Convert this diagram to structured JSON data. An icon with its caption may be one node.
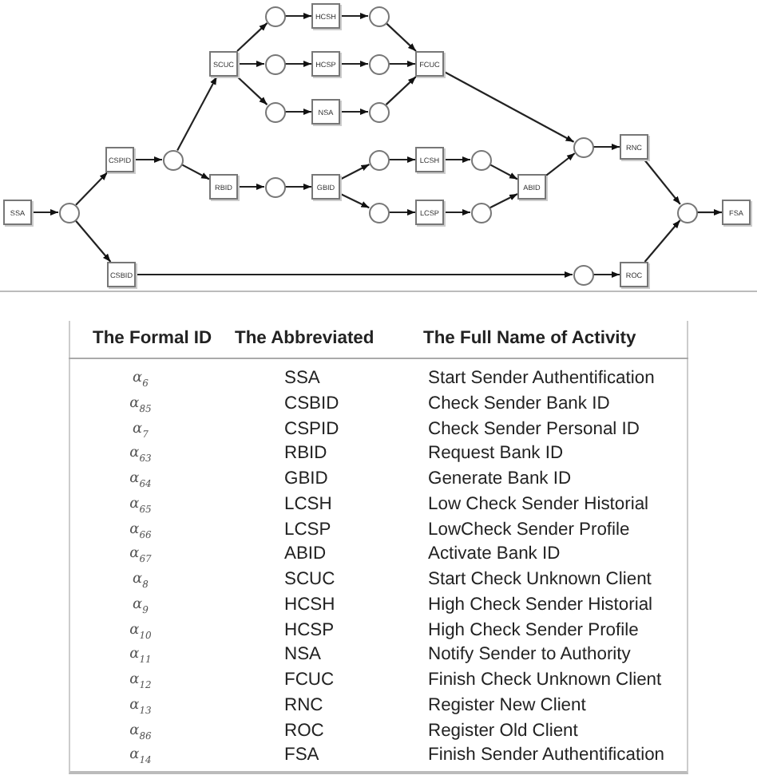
{
  "diagram": {
    "nodes": [
      {
        "text": [
          "SSA"
        ]
      },
      {
        "text": [],
        "shape": "circle"
      },
      {
        "text": [
          "CSPID"
        ]
      },
      {
        "text": [
          "CSBID"
        ]
      },
      {
        "text": [],
        "shape": "circle"
      },
      {
        "text": [
          "SCUC"
        ]
      },
      {
        "text": [
          "RBID"
        ]
      },
      {
        "text": [],
        "shape": "circle"
      },
      {
        "text": [],
        "shape": "circle"
      },
      {
        "text": [],
        "shape": "circle"
      },
      {
        "text": [],
        "shape": "circle"
      },
      {
        "text": [
          "HCSH"
        ]
      },
      {
        "text": [
          "HCSP"
        ]
      },
      {
        "text": [
          "NSA"
        ]
      },
      {
        "text": [
          "GBID"
        ]
      },
      {
        "text": [],
        "shape": "circle"
      },
      {
        "text": [],
        "shape": "circle"
      },
      {
        "text": [],
        "shape": "circle"
      },
      {
        "text": [],
        "shape": "circle"
      },
      {
        "text": [],
        "shape": "circle"
      },
      {
        "text": [
          "FCUC"
        ]
      },
      {
        "text": [
          "LCSH"
        ]
      },
      {
        "text": [
          "LCSP"
        ]
      },
      {
        "text": [],
        "shape": "circle"
      },
      {
        "text": [],
        "shape": "circle"
      },
      {
        "text": [
          "ABID"
        ]
      },
      {
        "text": [],
        "shape": "circle"
      },
      {
        "text": [],
        "shape": "circle"
      },
      {
        "text": [
          "RNC"
        ]
      },
      {
        "text": [
          "ROC"
        ]
      },
      {
        "text": [],
        "shape": "circle"
      },
      {
        "text": [
          "FSA"
        ]
      }
    ],
    "edges": [
      {
        "from": 0,
        "to": 1,
        "arrow": "to"
      },
      {
        "from": 1,
        "to": 2,
        "arrow": "to"
      },
      {
        "from": 1,
        "to": 3,
        "arrow": "to"
      },
      {
        "from": 2,
        "to": 4,
        "arrow": "to"
      },
      {
        "from": 4,
        "to": 5,
        "arrow": "to"
      },
      {
        "from": 4,
        "to": 6,
        "arrow": "to"
      },
      {
        "from": 5,
        "to": 7,
        "arrow": "to"
      },
      {
        "from": 5,
        "to": 8,
        "arrow": "to"
      },
      {
        "from": 5,
        "to": 9,
        "arrow": "to"
      },
      {
        "from": 6,
        "to": 10,
        "arrow": "to"
      },
      {
        "from": 7,
        "to": 11,
        "arrow": "to"
      },
      {
        "from": 8,
        "to": 12,
        "arrow": "to"
      },
      {
        "from": 9,
        "to": 13,
        "arrow": "to"
      },
      {
        "from": 10,
        "to": 14,
        "arrow": "to"
      },
      {
        "from": 11,
        "to": 15,
        "arrow": "to"
      },
      {
        "from": 12,
        "to": 16,
        "arrow": "to"
      },
      {
        "from": 13,
        "to": 17,
        "arrow": "to"
      },
      {
        "from": 14,
        "to": 18,
        "arrow": "to"
      },
      {
        "from": 14,
        "to": 19,
        "arrow": "to"
      },
      {
        "from": 15,
        "to": 20,
        "arrow": "to"
      },
      {
        "from": 16,
        "to": 20,
        "arrow": "to"
      },
      {
        "from": 17,
        "to": 20,
        "arrow": "to"
      },
      {
        "from": 18,
        "to": 21,
        "arrow": "to"
      },
      {
        "from": 19,
        "to": 22,
        "arrow": "to"
      },
      {
        "from": 21,
        "to": 23,
        "arrow": "to"
      },
      {
        "from": 22,
        "to": 24,
        "arrow": "to"
      },
      {
        "from": 23,
        "to": 25,
        "arrow": "to"
      },
      {
        "from": 24,
        "to": 25,
        "arrow": "to"
      },
      {
        "from": 20,
        "to": 26,
        "arrow": "to"
      },
      {
        "from": 25,
        "to": 26,
        "arrow": "to"
      },
      {
        "from": 3,
        "to": 27,
        "arrow": "to"
      },
      {
        "from": 26,
        "to": 28,
        "arrow": "to"
      },
      {
        "from": 27,
        "to": 29,
        "arrow": "to"
      },
      {
        "from": 28,
        "to": 30,
        "arrow": "to"
      },
      {
        "from": 29,
        "to": 30,
        "arrow": "to"
      },
      {
        "from": 30,
        "to": 31,
        "arrow": "to"
      }
    ],
    "labels": [
      "The Formal ID",
      "The Abbreviated",
      "The Full Name of Activity",
      "α$_{6}$",
      "SSA",
      "Start Sender Authentification",
      "α$_{85}$",
      "CSBID",
      "Check Sender Bank ID",
      "α$_{7}$",
      "CSPID",
      "Check Sender Personal ID",
      "α$_{63}$",
      "RBID",
      "Request Bank ID",
      "α$_{64}$",
      "GBID",
      "Generate Bank ID",
      "α$_{65}$",
      "LCSH",
      "Low Check Sender Historial",
      "α$_{66}$",
      "LCSP",
      "LowCheck Sender Profile",
      "α$_{67}$",
      "ABID",
      "Activate Bank ID",
      "α$_{8}$",
      "SCUC",
      "Start Check Unknown Client",
      "α$_{9}$",
      "HCSH",
      "High Check Sender Historial",
      "α$_{10}$",
      "HCSP",
      "High Check Sender Profile",
      "α$_{11}$",
      "NSA",
      "Notify Sender to Authority",
      "α$_{12}$",
      "FCUC",
      "Finish Check Unknown Client",
      "α$_{13}$",
      "RNC",
      "Register New Client",
      "α$_{86}$",
      "ROC",
      "Register Old Client",
      "α$_{14}$",
      "FSA",
      "Finish Sender Authentification"
    ]
  }
}
